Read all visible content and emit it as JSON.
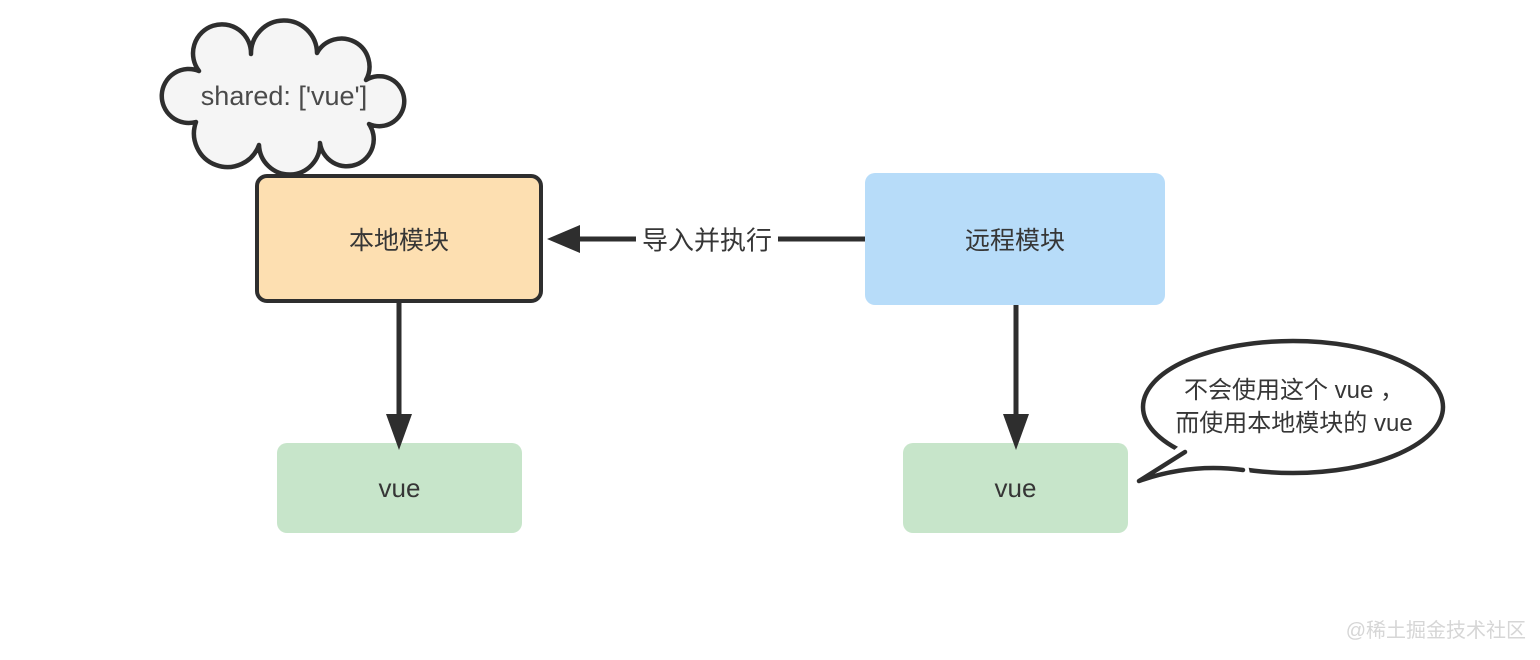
{
  "colors": {
    "line": "#2E2E2E",
    "text": "#363636",
    "cloud_fill": "#F5F5F5",
    "bubble_fill": "#FFFFFF",
    "local_module_fill": "#FDDFB1",
    "remote_module_fill": "#B7DCF9",
    "vue_fill": "#C7E5CA",
    "watermark": "#D6D6D6"
  },
  "cloud": {
    "label": "shared: ['vue']"
  },
  "nodes": {
    "local_module": {
      "label": "本地模块"
    },
    "remote_module": {
      "label": "远程模块"
    },
    "local_vue": {
      "label": "vue"
    },
    "remote_vue": {
      "label": "vue"
    }
  },
  "edges": {
    "import": {
      "label": "导入并执行"
    }
  },
  "bubble": {
    "line1": "不会使用这个 vue ，",
    "line2": "而使用本地模块的 vue"
  },
  "watermark": {
    "label": "@稀土掘金技术社区"
  }
}
